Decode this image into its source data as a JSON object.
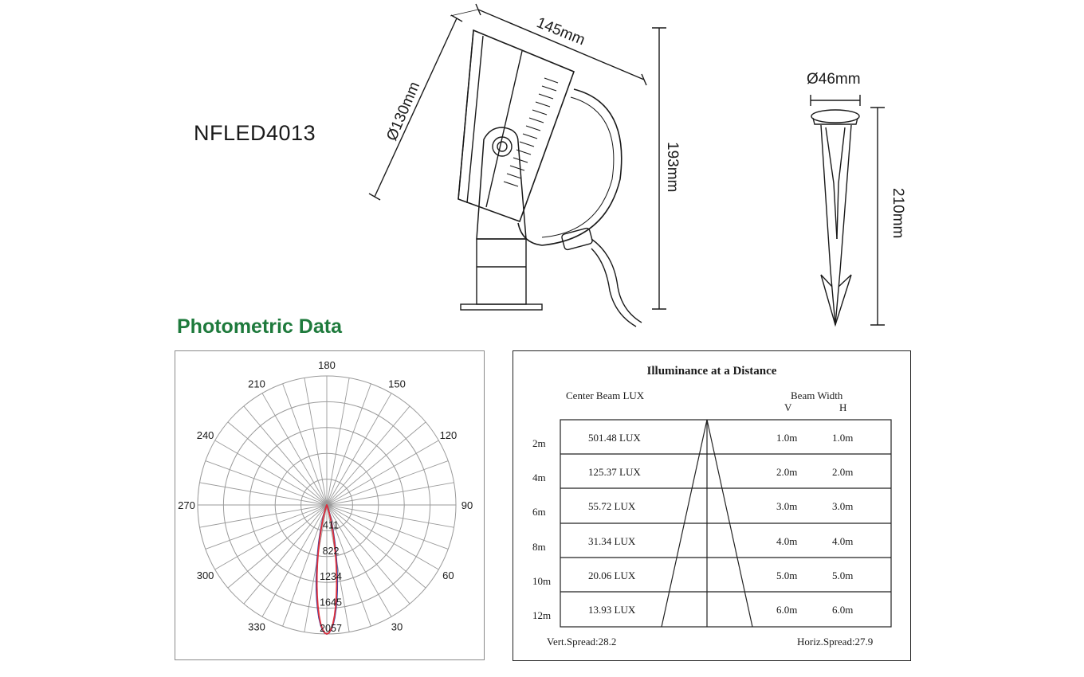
{
  "model": "NFLED4013",
  "section_title": "Photometric Data",
  "dimensions": {
    "length": "145mm",
    "diameter": "Ø130mm",
    "height": "193mm",
    "spike_diameter": "Ø46mm",
    "spike_height": "210mm"
  },
  "polar": {
    "angle_labels": [
      "180",
      "150",
      "120",
      "90",
      "60",
      "30",
      "330",
      "300",
      "270",
      "240",
      "210"
    ],
    "radial_labels": [
      "411",
      "822",
      "1234",
      "1645",
      "2057"
    ],
    "max_value": 2057,
    "colors": {
      "grid": "#9a9a9a",
      "curve_v": "#e0303a",
      "curve_h": "#2c3fa8"
    }
  },
  "illuminance": {
    "title": "Illuminance at a Distance",
    "center_beam_header": "Center Beam LUX",
    "beam_width_header": "Beam Width",
    "v_header": "V",
    "h_header": "H",
    "rows": [
      {
        "distance": "2m",
        "lux": "501.48 LUX",
        "v": "1.0m",
        "h": "1.0m"
      },
      {
        "distance": "4m",
        "lux": "125.37 LUX",
        "v": "2.0m",
        "h": "2.0m"
      },
      {
        "distance": "6m",
        "lux": "55.72 LUX",
        "v": "3.0m",
        "h": "3.0m"
      },
      {
        "distance": "8m",
        "lux": "31.34 LUX",
        "v": "4.0m",
        "h": "4.0m"
      },
      {
        "distance": "10m",
        "lux": "20.06 LUX",
        "v": "5.0m",
        "h": "5.0m"
      },
      {
        "distance": "12m",
        "lux": "13.93 LUX",
        "v": "6.0m",
        "h": "6.0m"
      }
    ],
    "vert_spread": "Vert.Spread:28.2",
    "horiz_spread": "Horiz.Spread:27.9"
  }
}
